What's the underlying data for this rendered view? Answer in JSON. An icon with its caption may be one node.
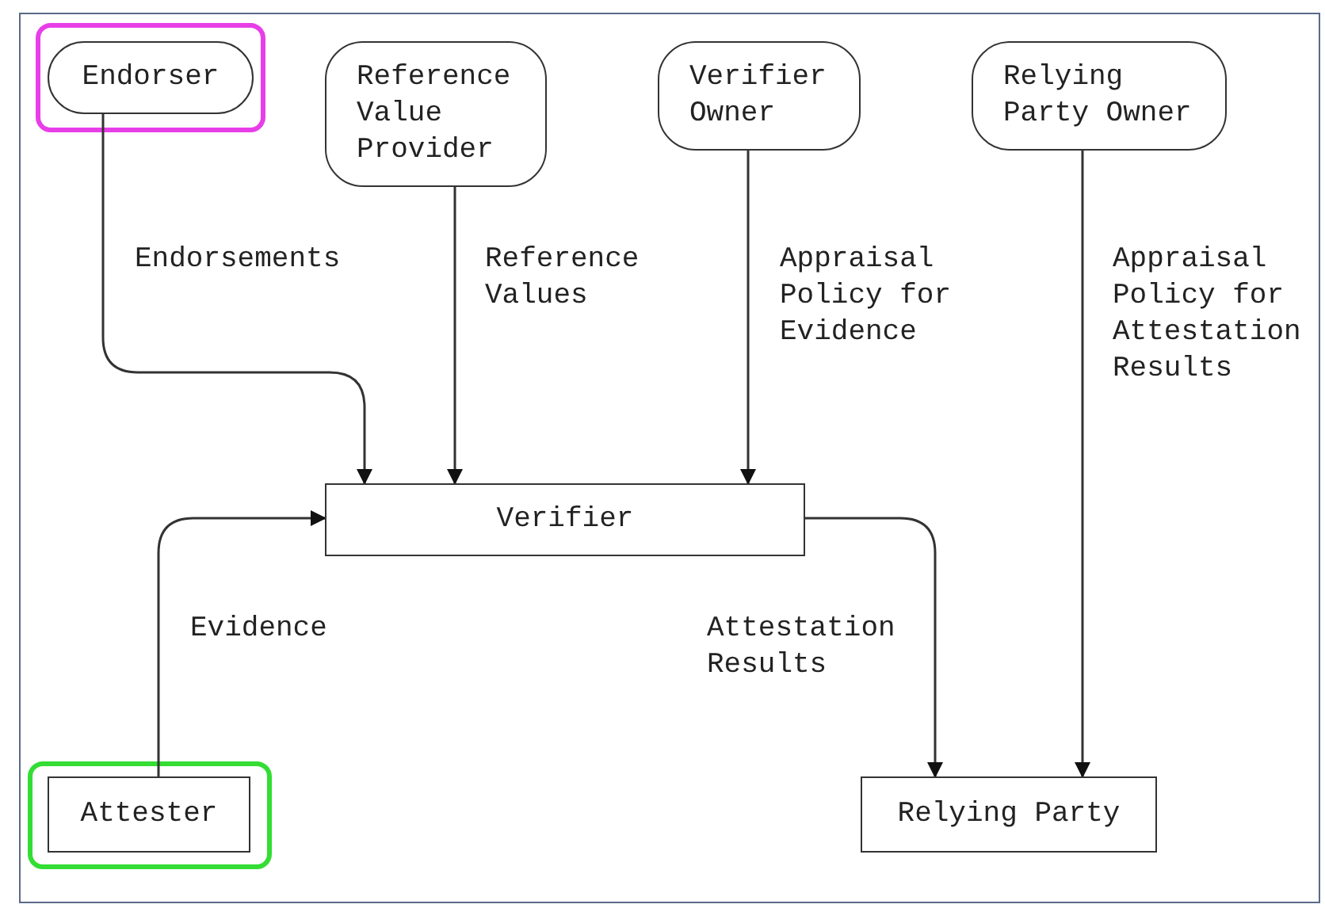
{
  "diagram": {
    "nodes": [
      {
        "text": [
          "Endorser"
        ]
      },
      {
        "text": [
          "Reference Value Provider"
        ]
      },
      {
        "text": [
          "Verifier Owner"
        ]
      },
      {
        "text": [
          "Relying Party Owner"
        ]
      },
      {
        "text": [
          "Verifier"
        ]
      },
      {
        "text": [
          "Attester"
        ]
      },
      {
        "text": [
          "Relying Party"
        ]
      }
    ],
    "edges": [
      {
        "from": 0,
        "to": 4,
        "arrow": "to",
        "label": "Endorsements"
      },
      {
        "from": 1,
        "to": 4,
        "arrow": "to",
        "label": "Reference Values"
      },
      {
        "from": 2,
        "to": 4,
        "arrow": "to",
        "label": "Appraisal Policy for Evidence"
      },
      {
        "from": 3,
        "to": 6,
        "arrow": "to",
        "label": "Appraisal Policy for Attestation Results"
      },
      {
        "from": 5,
        "to": 4,
        "arrow": "to",
        "label": "Evidence"
      },
      {
        "from": 4,
        "to": 6,
        "arrow": "to",
        "label": "Attestation Results"
      }
    ]
  }
}
